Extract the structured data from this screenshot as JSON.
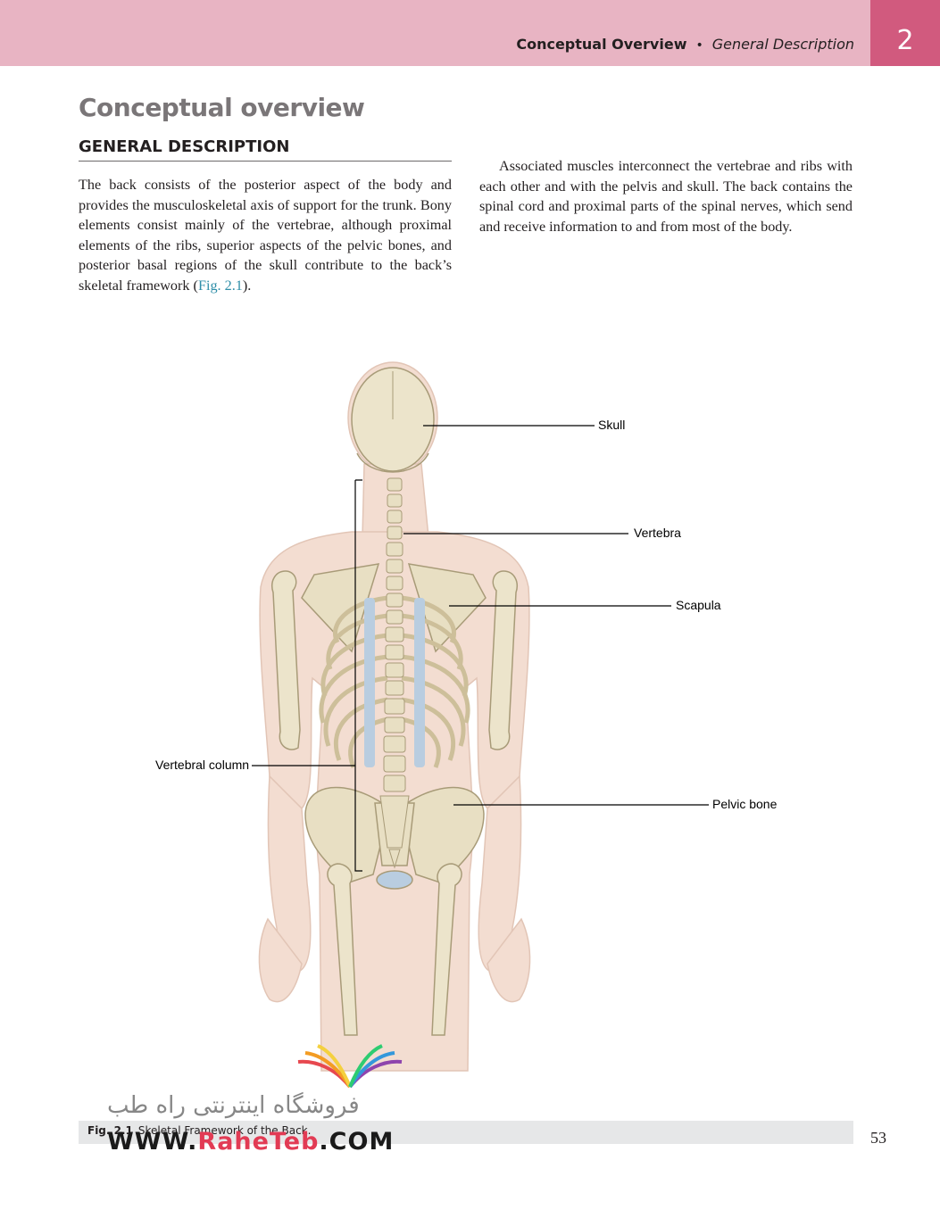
{
  "header": {
    "section": "Conceptual Overview",
    "bullet": "•",
    "subsection": "General Description",
    "chapter_number": "2"
  },
  "page_title": "Conceptual overview",
  "section_heading": "GENERAL DESCRIPTION",
  "paragraph_left": {
    "text": "The back consists of the posterior aspect of the body and provides the musculoskeletal axis of support for the trunk. Bony elements consist mainly of the vertebrae, although proximal elements of the ribs, superior aspects of the pelvic bones, and posterior basal regions of the skull contribute to the back’s skeletal framework (",
    "xref": "Fig. 2.1",
    "end": ")."
  },
  "paragraph_right": "Associated muscles interconnect the vertebrae and ribs with each other and with the pelvis and skull. The back contains the spinal cord and proximal parts of the spinal nerves, which send and receive information to and from most of the body.",
  "figure": {
    "labels": {
      "skull": "Skull",
      "vertebra": "Vertebra",
      "scapula": "Scapula",
      "vertebral_column": "Vertebral column",
      "pelvic_bone": "Pelvic bone"
    },
    "caption_label": "Fig. 2.1",
    "caption_text": "Skeletal Framework of the Back."
  },
  "page_number": "53",
  "watermark": {
    "persian": "فروشگاه اینترنتی راه طب",
    "url_prefix": "WWW.",
    "url_accent": "RaheTeb",
    "url_suffix": ".COM"
  },
  "colors": {
    "header_band": "#e8b4c3",
    "chapter_tab": "#d15a7e",
    "title_gray": "#7a7678",
    "xref_blue": "#2f8ea8",
    "skin": "#f3ddd1",
    "bone": "#e8dfc3",
    "cartilage_blue": "#b9cde0"
  }
}
